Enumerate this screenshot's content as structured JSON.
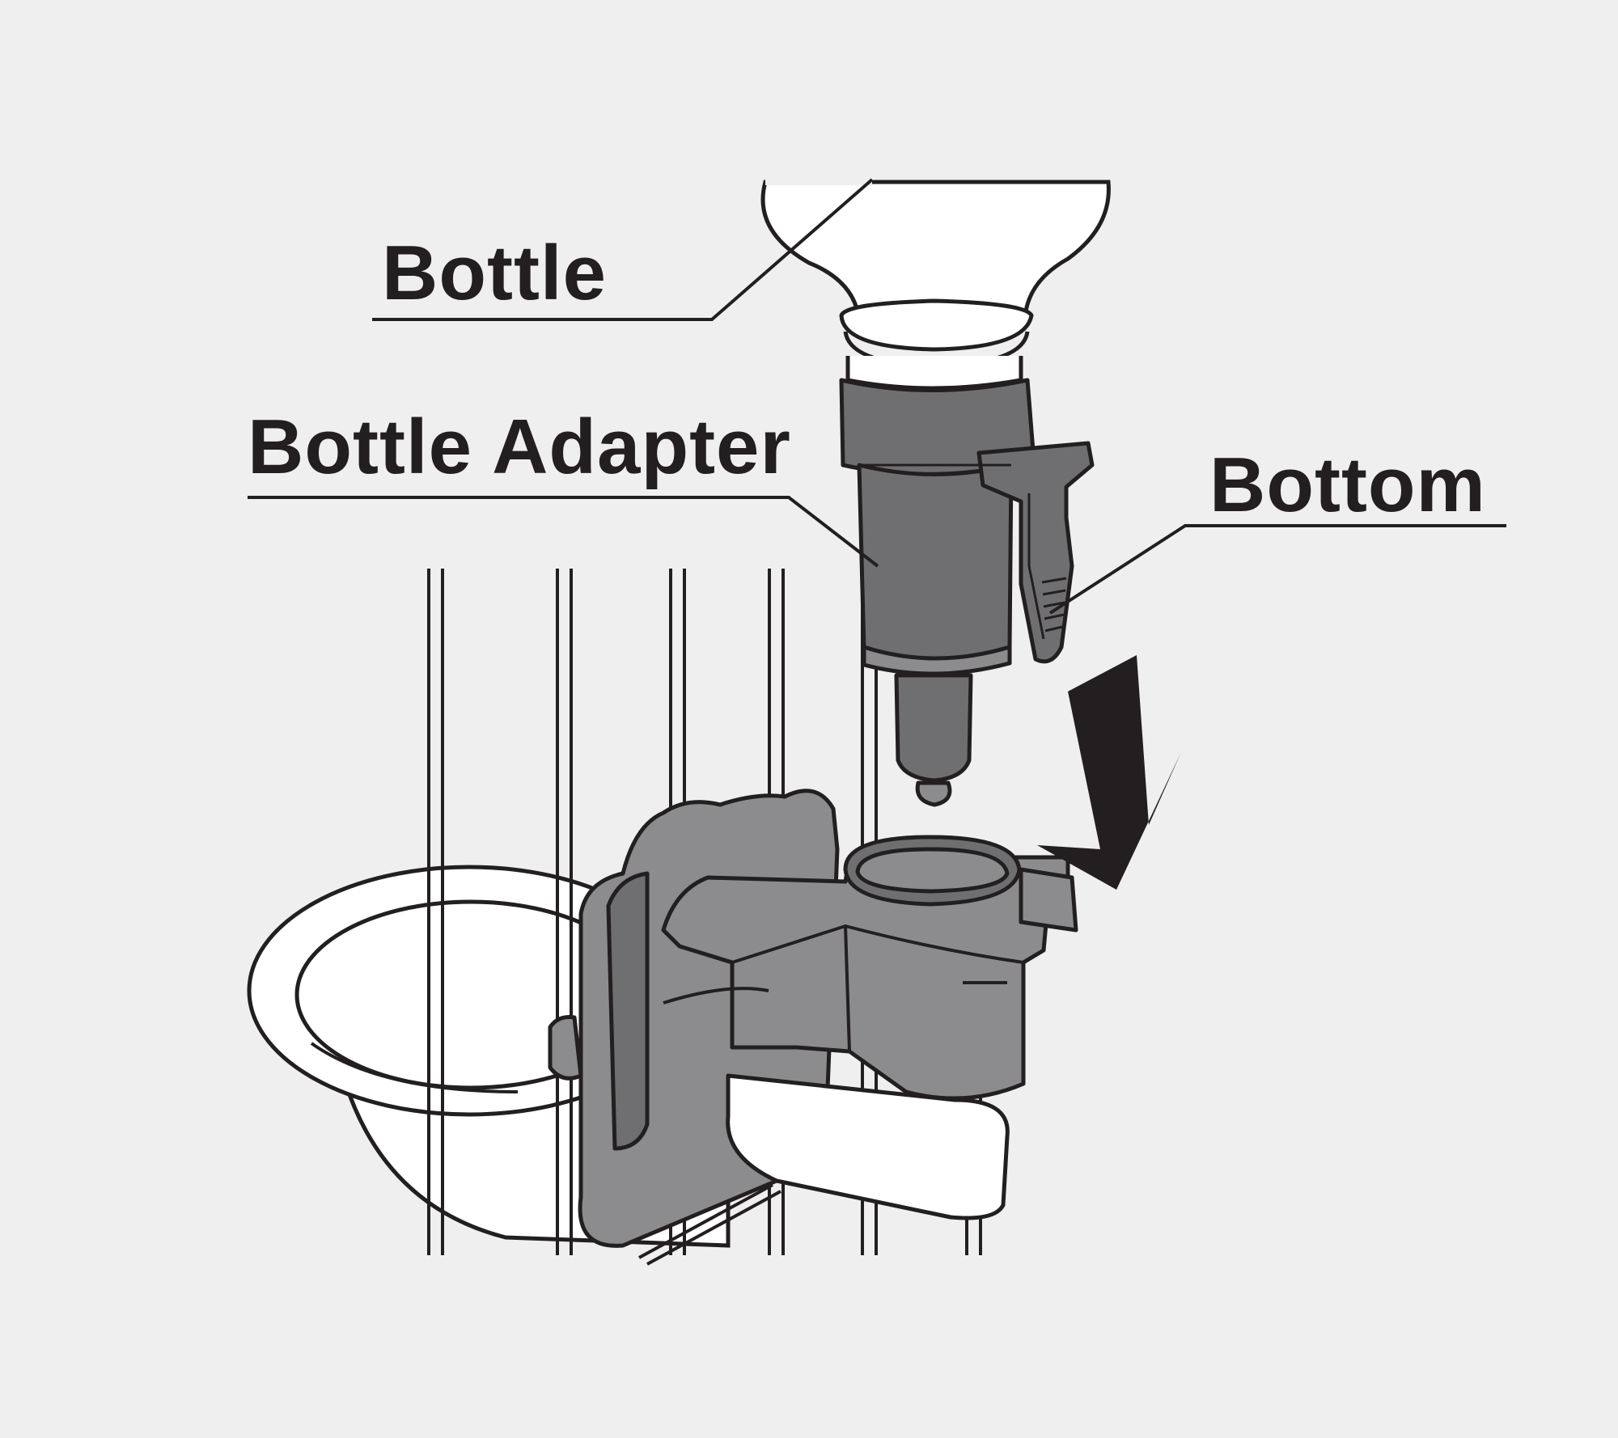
{
  "diagram": {
    "labels": {
      "bottle": "Bottle",
      "bottle_adapter": "Bottle Adapter",
      "bottom": "Bottom"
    },
    "colors": {
      "background": "#efefef",
      "outline": "#231f20",
      "part_dark": "#6f6f71",
      "part_mid": "#8c8c8e",
      "bottle_fill": "#ffffff",
      "arrow": "#231f20"
    },
    "icons": [
      "down-arrow-icon"
    ]
  }
}
